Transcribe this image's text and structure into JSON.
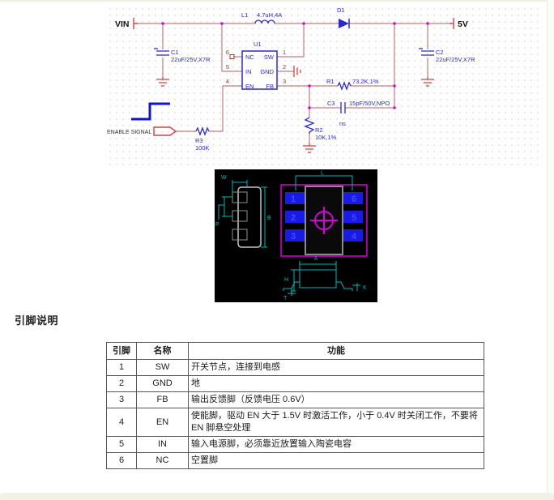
{
  "page": {
    "section_heading": "引脚说明"
  },
  "schematic": {
    "labels": {
      "vin": "VIN",
      "vout": "5V",
      "l1_ref": "L1",
      "l1_val": "4.7uH,4A",
      "d1_ref": "D1",
      "c1_ref": "C1",
      "c1_val": "22uF/25V,X7R",
      "c2_ref": "C2",
      "c2_val": "22uF/25V,X7R",
      "u1_ref": "U1",
      "pin_name_nc": "NC",
      "pin_name_in": "IN",
      "pin_name_en": "EN",
      "pin_name_sw": "SW",
      "pin_name_gnd": "GND",
      "pin_name_fb": "FB",
      "pin_num_1": "1",
      "pin_num_2": "2",
      "pin_num_3": "3",
      "pin_num_4": "4",
      "pin_num_5": "5",
      "pin_num_6": "6",
      "r1_ref": "R1",
      "r1_val": "73.2K,1%",
      "c3_ref": "C3",
      "c3_val": "15pF/50V,NPO",
      "c3_note": "ns",
      "r2_ref": "R2",
      "r2_val": "10K,1%",
      "r3_ref": "R3",
      "r3_val": "100K",
      "enable": "ENABLE SIGNAL"
    },
    "colors": {
      "wire": "#BE8080",
      "symbol": "#2828D8",
      "ground": "#D84040",
      "junction": "#D800D8",
      "pin_number": "#A33A2A",
      "waveform": "#1414CC",
      "net_label": "#111111"
    }
  },
  "package_drawing": {
    "pad_numbers": [
      "1",
      "2",
      "3",
      "4",
      "5",
      "6"
    ],
    "dimensions": {
      "w": "W",
      "p": "P",
      "b": "B",
      "l": "L",
      "a": "A",
      "h": "H",
      "t": "T",
      "k": "K"
    },
    "colors": {
      "background": "#000000",
      "dimension": "#00B8B8",
      "pad": "#1A1AE6",
      "pad_number": "#4848F0",
      "body_outline": "#8A8A8A",
      "courtyard": "#D800D8"
    }
  },
  "pin_table": {
    "headers": [
      "引脚",
      "名称",
      "功能"
    ],
    "rows": [
      {
        "pin": "1",
        "name": "SW",
        "function": "开关节点，连接到电感"
      },
      {
        "pin": "2",
        "name": "GND",
        "function": "地"
      },
      {
        "pin": "3",
        "name": "FB",
        "function": "输出反馈脚（反馈电压 0.6V）"
      },
      {
        "pin": "4",
        "name": "EN",
        "function": "使能脚，驱动 EN 大于 1.5V 时激活工作，小于 0.4V 时关闭工作，不要将 EN 脚悬空处理"
      },
      {
        "pin": "5",
        "name": "IN",
        "function": "输入电源脚，必须靠近放置输入陶瓷电容"
      },
      {
        "pin": "6",
        "name": "NC",
        "function": "空置脚"
      }
    ]
  }
}
